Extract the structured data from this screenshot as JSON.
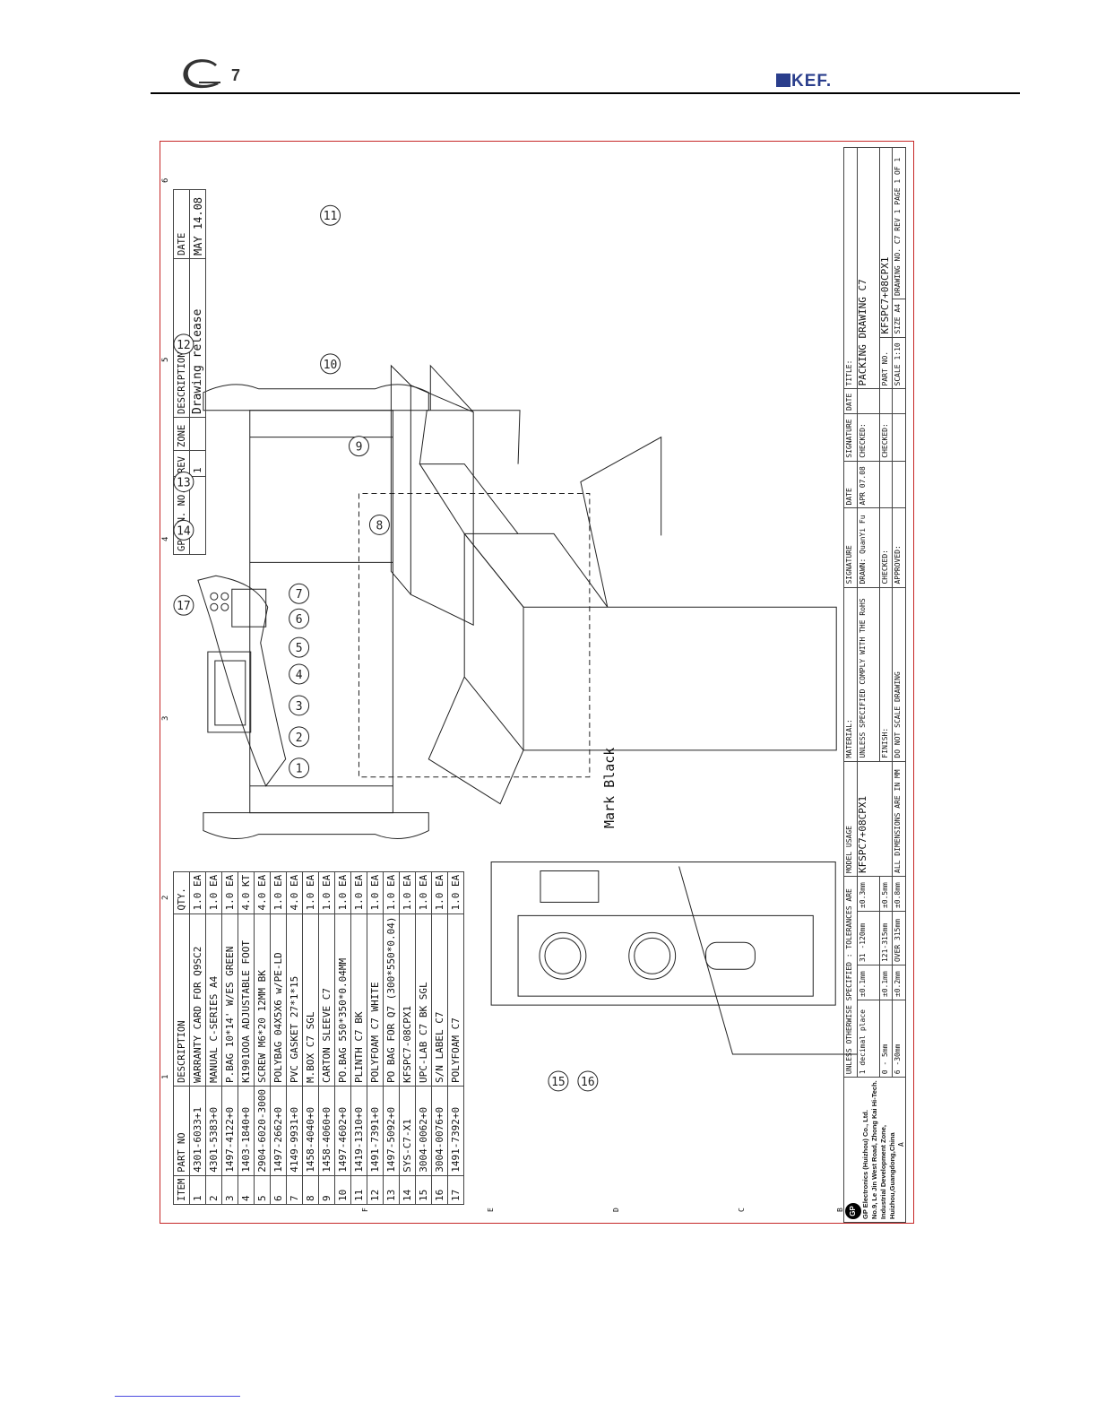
{
  "header": {
    "model_mark": "7",
    "brand": "KEF"
  },
  "bom": {
    "columns": [
      "ITEM",
      "PART NO",
      "DESCRIPTION",
      "QTY."
    ],
    "rows": [
      {
        "item": "1",
        "part": "4301-6033+1",
        "desc": "WARRANTY CARD FOR Q9SC2",
        "qty": "1.0 EA"
      },
      {
        "item": "2",
        "part": "4301-5383+0",
        "desc": "MANUAL C-SERIES A4",
        "qty": "1.0 EA"
      },
      {
        "item": "3",
        "part": "1497-4122+0",
        "desc": "P.BAG 10*14' W/ES GREEN",
        "qty": "1.0 EA"
      },
      {
        "item": "4",
        "part": "1403-1840+0",
        "desc": "K1901OOA ADJUSTABLE FOOT",
        "qty": "4.0 KT"
      },
      {
        "item": "5",
        "part": "2904-6020-3000",
        "desc": "SCREW M6*20 12MM BK",
        "qty": "4.0 EA"
      },
      {
        "item": "6",
        "part": "1497-2662+0",
        "desc": "POLYBAG 04X5X6 w/PE-LD",
        "qty": "1.0 EA"
      },
      {
        "item": "7",
        "part": "4149-9931+0",
        "desc": "PVC GASKET 27*1*15",
        "qty": "4.0 EA"
      },
      {
        "item": "8",
        "part": "1458-4040+0",
        "desc": "M.BOX C7 SGL",
        "qty": "1.0 EA"
      },
      {
        "item": "9",
        "part": "1458-4060+0",
        "desc": "CARTON SLEEVE C7",
        "qty": "1.0 EA"
      },
      {
        "item": "10",
        "part": "1497-4602+0",
        "desc": "PO.BAG 550*350*0.04MM",
        "qty": "1.0 EA"
      },
      {
        "item": "11",
        "part": "1419-1310+0",
        "desc": "PLINTH C7 BK",
        "qty": "1.0 EA"
      },
      {
        "item": "12",
        "part": "1491-7391+0",
        "desc": "POLYFOAM C7 WHITE",
        "qty": "1.0 EA"
      },
      {
        "item": "13",
        "part": "1497-5092+0",
        "desc": "PO BAG FOR Q7 (300*550*0.04)",
        "qty": "1.0 EA"
      },
      {
        "item": "14",
        "part": "SYS-C7-X1",
        "desc": "KFSPC7-08CPX1",
        "qty": "1.0 EA"
      },
      {
        "item": "15",
        "part": "3004-0062+0",
        "desc": "UPC-LAB C7 BK SGL",
        "qty": "1.0 EA"
      },
      {
        "item": "16",
        "part": "3004-0076+0",
        "desc": "S/N LABEL C7",
        "qty": "1.0 EA"
      },
      {
        "item": "17",
        "part": "1491-7392+0",
        "desc": "POLYFOAM C7",
        "qty": "1.0 EA"
      }
    ]
  },
  "revision": {
    "columns": [
      "GPE EN. NO.",
      "REV",
      "ZONE",
      "DESCRIPTION",
      "DATE"
    ],
    "row": {
      "en": "",
      "rev": "1",
      "zone": "",
      "desc": "Drawing release",
      "date": "MAY 14.08"
    }
  },
  "zones_top": [
    "1",
    "2",
    "3",
    "4",
    "5",
    "6"
  ],
  "zones_side": [
    "A",
    "B",
    "C",
    "D",
    "E",
    "F"
  ],
  "callouts": {
    "mark_black": "Mark Black"
  },
  "title_block": {
    "company_1": "GP Electronics (Huizhou) Co., Ltd.",
    "company_2": "No.9, Le Jin West Road, Zhong Kai Hi-Tech.",
    "company_3": "Industrial Development Zone,",
    "company_4": "Huizhou,Guangdong,China",
    "tol_head": "UNLESS OTHERWISE SPECIFIED : TOLERANCES ARE",
    "tol_1a": "1 decimal place",
    "tol_1b": "±0.1mm",
    "tol_1c": "31 -120mm",
    "tol_1d": "±0.3mm",
    "tol_2a": "0 - 5mm",
    "tol_2b": "±0.1mm",
    "tol_2c": "121-315mm",
    "tol_2d": "±0.5mm",
    "tol_3a": "6 -30mm",
    "tol_3b": "±0.2mm",
    "tol_3c": "OVER 315mm",
    "tol_3d": "±0.8mm",
    "model_usage": "MODEL USAGE",
    "model_value": "KFSPC7+08CPX1",
    "all_dims": "ALL DIMENSIONS ARE IN MM",
    "material": "MATERIAL:",
    "comply": "UNLESS SPECIFIED COMPLY WITH THE RoHS",
    "finish": "FINISH:",
    "do_not_scale": "DO NOT SCALE DRAWING",
    "signature": "SIGNATURE",
    "date": "DATE",
    "drawn": "DRAWN: QuanYi Fu",
    "drawn_date": "APR 07.08",
    "checked": "CHECKED:",
    "approved": "APPROVED:",
    "signature_2": "SIGNATURE",
    "checked_2": "CHECKED:",
    "checked_3": "CHECKED:",
    "date_2": "DATE",
    "title_label": "TITLE:",
    "title_value": "PACKING DRAWING C7",
    "part_no_label": "PART NO.",
    "part_no_value": "KFSPC7+08CPX1",
    "scale_label": "SCALE",
    "scale_value": "1:10",
    "size_label": "SIZE",
    "size_value": "A4",
    "dwg_label": "DRAWING NO.",
    "dwg_value": "C7",
    "rev_label": "REV",
    "rev_value": "1",
    "page": "PAGE 1 OF 1"
  }
}
